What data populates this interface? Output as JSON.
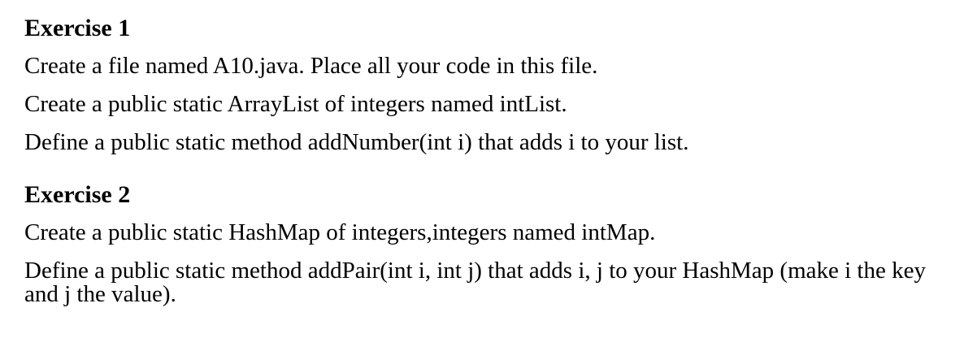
{
  "document": {
    "colors": {
      "background": "#ffffff",
      "text": "#000000"
    },
    "sections": [
      {
        "heading": "Exercise 1",
        "paragraphs": [
          {
            "lines": [
              "Create a file named A10.java. Place all your code in this file."
            ]
          },
          {
            "lines": [
              "Create a public static ArrayList of integers named intList."
            ]
          },
          {
            "lines": [
              "Define a public static method addNumber(int i) that adds i to your list."
            ]
          }
        ]
      },
      {
        "heading": "Exercise 2",
        "paragraphs": [
          {
            "lines": [
              "Create a public static HashMap of integers,integers named intMap."
            ]
          },
          {
            "lines": [
              "Define a public static method addPair(int i, int j) that adds i, j to your HashMap (make i the key",
              "and j the value)."
            ]
          }
        ]
      }
    ]
  }
}
